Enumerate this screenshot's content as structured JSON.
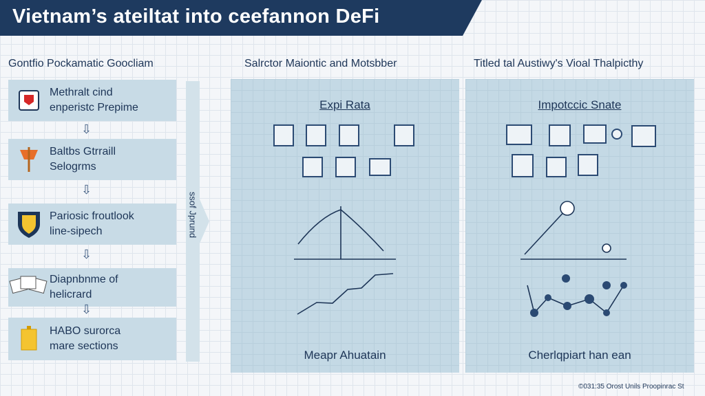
{
  "header": {
    "title": "Vietnam’s ateiltat into ceefannon DeFi"
  },
  "columns": {
    "left": "Gontfio Pockamatic Goocliam",
    "middle": "Salrctor Maiontic and Motsbber",
    "right": "Titled tal Austiwy's Vioal Thalpicthy"
  },
  "steps": [
    {
      "line1": "Methralt cind",
      "line2": "enperistc Prepime",
      "icon": "shield-red-icon"
    },
    {
      "line1": "Baltbs Gtrraill",
      "line2": "Selogrms",
      "icon": "flag-orange-icon"
    },
    {
      "line1": "Pariosic froutlook",
      "line2": "line-sipech",
      "icon": "crest-shield-icon"
    },
    {
      "line1": "Diapnbnme of",
      "line2": "helicrard",
      "icon": "documents-icon"
    },
    {
      "line1": "HABO surorca",
      "line2": "mare sections",
      "icon": "banner-yellow-icon"
    }
  ],
  "side_bar": {
    "label": "ssof Jprund"
  },
  "middle_panel": {
    "title": "Expi Rata",
    "footer": "Meapr Ahuatain"
  },
  "right_panel": {
    "title": "Impotccic Snate",
    "footer": "Cherlqpiart han ean"
  },
  "footer": {
    "credit": "©031:35 Orost Unils Proopinrac St"
  },
  "colors": {
    "navy": "#1e3a5f",
    "panel": "#c4d9e5",
    "box": "#c8dbe6"
  }
}
